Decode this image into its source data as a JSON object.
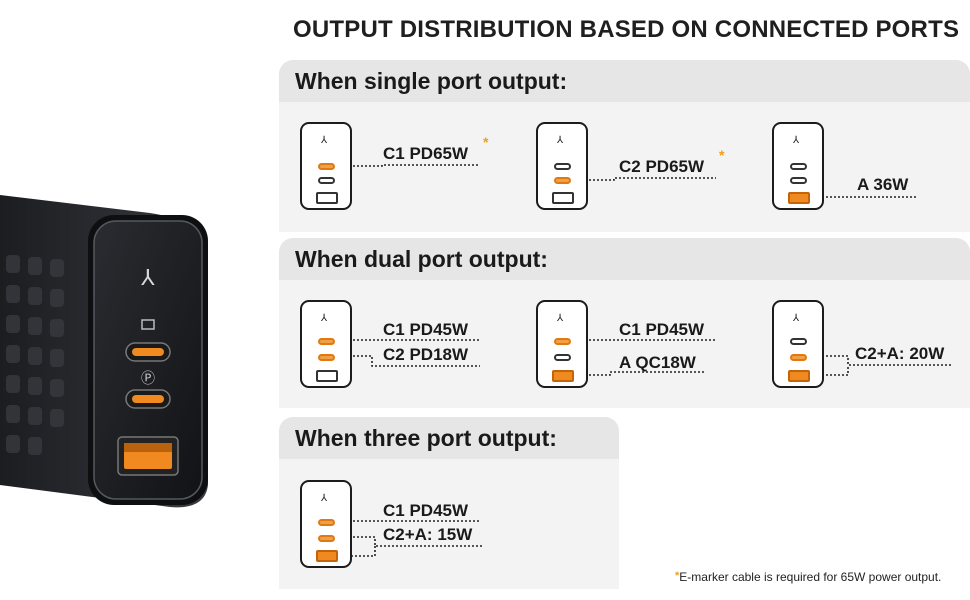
{
  "title": "OUTPUT DISTRIBUTION BASED ON CONNECTED PORTS",
  "sections": {
    "single": {
      "heading": "When single port output:",
      "devices": [
        {
          "labels": [
            "C1 PD65W"
          ],
          "star": "*",
          "active": [
            true,
            false,
            false
          ]
        },
        {
          "labels": [
            "C2 PD65W"
          ],
          "star": "*",
          "active": [
            false,
            true,
            false
          ]
        },
        {
          "labels": [
            "A 36W"
          ],
          "active": [
            false,
            false,
            true
          ]
        }
      ]
    },
    "dual": {
      "heading": "When dual port output:",
      "devices": [
        {
          "labels": [
            "C1 PD45W",
            "C2 PD18W"
          ],
          "active": [
            true,
            true,
            false
          ]
        },
        {
          "labels": [
            "C1 PD45W",
            "A QC18W"
          ],
          "active": [
            true,
            false,
            true
          ]
        },
        {
          "labels": [
            "C2+A: 20W"
          ],
          "active": [
            false,
            true,
            true
          ]
        }
      ]
    },
    "three": {
      "heading": "When three port output:",
      "devices": [
        {
          "labels": [
            "C1 PD45W",
            "C2+A: 15W"
          ],
          "active": [
            true,
            true,
            true
          ]
        }
      ]
    }
  },
  "footnote": {
    "star": "*",
    "text": "E-marker cable is required for 65W power output."
  },
  "colors": {
    "accent": "#f08a20",
    "header_bg": "#e6e6e6",
    "body_bg": "#f3f3f3",
    "star": "#f0a010"
  },
  "icons": {
    "logo": "brand-logo-icon"
  }
}
